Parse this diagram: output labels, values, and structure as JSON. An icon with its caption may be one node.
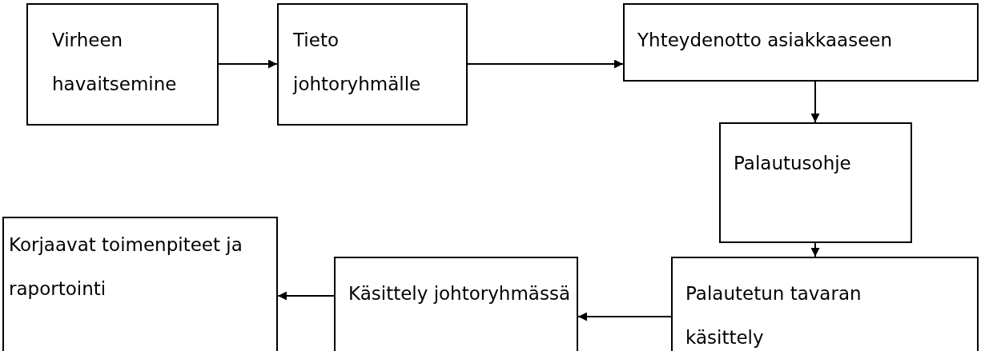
{
  "diagram": {
    "nodes": [
      {
        "text": [
          "Virheen havaitsemine"
        ]
      },
      {
        "text": [
          "Tieto johtoryhmälle"
        ]
      },
      {
        "text": [
          "Yhteydenotto asiakkaaseen"
        ]
      },
      {
        "text": [
          "Palautusohje"
        ]
      },
      {
        "text": [
          "Korjaavat toimenpiteet ja raportointi"
        ]
      },
      {
        "text": [
          "Käsittely johtoryhmässä"
        ]
      },
      {
        "text": [
          "Palautetun tavaran käsittely"
        ]
      }
    ],
    "edges": [
      {
        "from": 0,
        "to": 1,
        "arrow": "to"
      },
      {
        "from": 1,
        "to": 2,
        "arrow": "to"
      },
      {
        "from": 2,
        "to": 3,
        "arrow": "to"
      },
      {
        "from": 3,
        "to": 6,
        "arrow": "to"
      },
      {
        "from": 6,
        "to": 5,
        "arrow": "to"
      },
      {
        "from": 5,
        "to": 4,
        "arrow": "to"
      }
    ]
  }
}
